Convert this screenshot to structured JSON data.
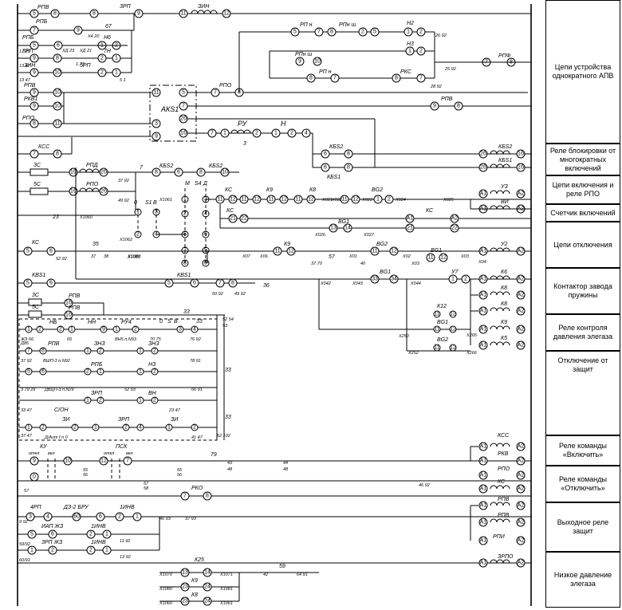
{
  "legend": [
    {
      "text": "Цепи устройства однократного АПВ"
    },
    {
      "text": "Реле блокировки от многократных включений"
    },
    {
      "text": "Цепи включения и реле РПО"
    },
    {
      "text": "Счетчик включений"
    },
    {
      "text": "Цепи отключения"
    },
    {
      "text": "Контактор завода пружины"
    },
    {
      "text": "Реле контроля давления элегаза"
    },
    {
      "text": "Отключение от защит"
    },
    {
      "text": "Реле команды «Включить»"
    },
    {
      "text": "Реле команды «Отключить»"
    },
    {
      "text": "Выходное реле защит"
    },
    {
      "text": "Низкое давление элегаза"
    }
  ],
  "labels": {
    "rpv": "РПВ",
    "rpo": "РПО",
    "rpo2": "РПО",
    "rpb": "РПБ",
    "rpb2": "РПБ",
    "n6": "Н6",
    "7n": "7Н",
    "3rp": "3РП",
    "zhn": "ЗИН",
    "5rp": "5РП",
    "rpv2": "РПВ",
    "rkb1": "РКВ1",
    "rpo3": "РПО",
    "rpn": "РП н",
    "rpnsh": "РПн ш",
    "n2": "Н2",
    "n3": "Н3",
    "rpnsh2": "РПн ш",
    "rpnl": "РП н",
    "rkc": "РКС",
    "rpf": "РПФ",
    "rpv3": "РПВ",
    "aks1": "АКS1",
    "ru": "РУ",
    "n": "Н",
    "kbs2": "КБS2",
    "kbs1": "КБS1",
    "kss": "КСС",
    "kbs2b": "КБS2",
    "kbs1b": "КБS1",
    "3s": "3С",
    "5s": "5С",
    "rpd": "РПД",
    "rpo4": "РПО",
    "uz": "УЗ",
    "vi": "ВИ",
    "x0": "0",
    "xm": "М",
    "xd": "Д",
    "ks": "КС",
    "k9": "К9",
    "k8": "К8",
    "bg2": "ВG2",
    "vg1": "ВG1",
    "y2": "У2",
    "y7": "У7",
    "k6": "К6",
    "k8b": "К8",
    "k9b": "К9",
    "k5": "К5",
    "k12": "К12",
    "vg1b": "ВG1",
    "vg2b": "ВG2",
    "n35": "35",
    "n37": "37",
    "n36": "36",
    "n33": "33",
    "kbs1c": "КВS1",
    "rpv4": "РПВ",
    "kbs1d": "КВS1",
    "hb": "НБ",
    "nh": "НН",
    "ru4": "РУ4",
    "rpv5": "РПВ",
    "zhz": "ЗНЗ",
    "rpb5": "РПБ",
    "hz": "НЗ",
    "zpp": "ЗРП",
    "bh": "ВН",
    "zi": "ЗИ",
    "zpi": "ЗРП",
    "zip": "ЗИ",
    "sgm": "С/ОН",
    "bvk": "ВН5 п.N93",
    "bshp": "ВШП-3 п.N92",
    "dlvt": "ДВЦП-3 п.N29",
    "adm": "Д/Аvm f n 0",
    "ku": "КУ",
    "otkl": "откл",
    "vkl": "вкл",
    "psk": "ПСК",
    "otkl2": "откл",
    "vkl2": "вкл",
    "n79": "79",
    "rko": "РКО",
    "n57": "57",
    "4rp": "4РП",
    "dz": "ДЗ-2 БРУ",
    "1inv": "1ИНВ",
    "iapzh": "ИАП ЖЗ",
    "1inv2": "1ИНВ",
    "zrpzhz": "3РП ЖЗ",
    "1inv3": "1ИНВ",
    "k25": "К25",
    "k9c": "К9",
    "k8c": "К8",
    "n59": "59",
    "kcc": "КСС",
    "rkv": "РКВ",
    "rpo5": "РПО",
    "kc": "КС",
    "rpv6": "РПВ",
    "rpv7": "РПВ",
    "rpi": "РПИ",
    "zrpo": "ЗРПО",
    "x1060": "Х1060",
    "x1062": "Х1062",
    "x1061": "Х1061",
    "x1080": "Х1080",
    "x07": "Х07",
    "x06": "Х06",
    "x01": "Х01",
    "x02": "Х02",
    "x03": "Х03",
    "x04": "Х04",
    "x042": "Х042",
    "x043": "Х043",
    "x044": "Х044",
    "x026": "Х026",
    "x027": "Х027",
    "x025": "Х025",
    "x024": "Х024",
    "x021": "Х021",
    "x022": "Х022",
    "x023": "Х023",
    "x250": "Х250",
    "x251": "Х251",
    "x252": "Х252",
    "x265": "Х265",
    "x266": "Х266",
    "x1070": "Х1070",
    "x1071": "Х1071",
    "x1080b": "Х1080",
    "x1081": "Х1081",
    "x1060b": "Х1060",
    "x1061b": "Х1061"
  }
}
